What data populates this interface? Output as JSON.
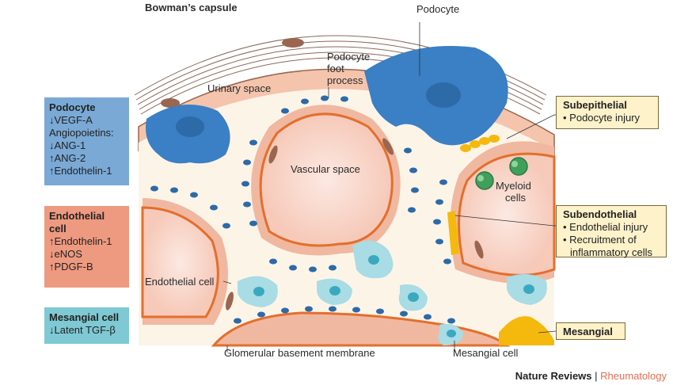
{
  "title": "Bowman’s capsule",
  "labels": {
    "podocyte": "Podocyte",
    "foot_process": [
      "Podocyte",
      "foot",
      "process"
    ],
    "urinary_space": "Urinary space",
    "vascular_space": "Vascular space",
    "myeloid_cells": [
      "Myeloid",
      "cells"
    ],
    "endothelial_cell": "Endothelial cell",
    "gbm": "Glomerular basement membrane",
    "mesangial_cell": "Mesangial cell"
  },
  "panels": {
    "podocyte": {
      "title": "Podocyte",
      "lines": [
        "↓VEGF-A",
        "Angiopoietins:",
        "↓ANG-1",
        "↑ANG-2",
        "↑Endothelin-1"
      ],
      "color": "#7aa9d6"
    },
    "endothelial": {
      "title": [
        "Endothelial",
        "cell"
      ],
      "lines": [
        "↑Endothelin-1",
        "↓eNOS",
        "↑PDGF-B"
      ],
      "color": "#ee9a80"
    },
    "mesangial": {
      "title": "Mesangial cell",
      "lines": [
        "↓Latent TGF-β"
      ],
      "color": "#7ec9d4"
    }
  },
  "callouts": {
    "subepithelial": {
      "title": "Subepithelial",
      "items": [
        "Podocyte injury"
      ]
    },
    "subendothelial": {
      "title": "Subendothelial",
      "items": [
        "Endothelial injury",
        "Recruitment of",
        "inflammatory cells"
      ]
    },
    "mesangial": {
      "title": "Mesangial"
    }
  },
  "footer": {
    "publisher": "Nature Reviews",
    "separator": "|",
    "journal": "Rheumatology"
  }
}
